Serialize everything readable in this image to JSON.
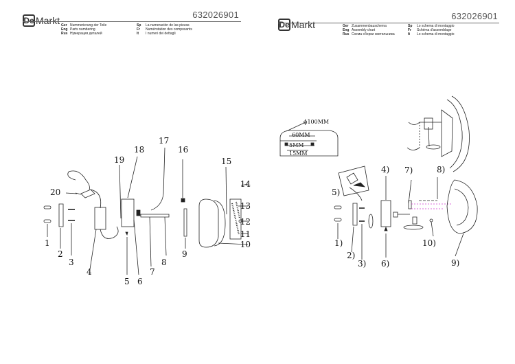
{
  "brand": {
    "logo_mark": "De",
    "logo_word": "Markt"
  },
  "left_sheet": {
    "doc_number": "632026901",
    "headings": [
      [
        {
          "code": "Ger",
          "text": "Nummerierung der Teile"
        },
        {
          "code": "Sp",
          "text": "La numeración de las piezas"
        }
      ],
      [
        {
          "code": "Eng",
          "text": "Parts numbering"
        },
        {
          "code": "Fr",
          "text": "Numérotation des composants"
        }
      ],
      [
        {
          "code": "Rus",
          "text": "Нумерация деталей"
        },
        {
          "code": "It",
          "text": "I numeri dei dettagli"
        }
      ]
    ],
    "callouts": [
      "1",
      "2",
      "3",
      "4",
      "5",
      "6",
      "7",
      "8",
      "9",
      "10",
      "11",
      "12",
      "13",
      "14",
      "15",
      "16",
      "17",
      "18",
      "19",
      "20"
    ]
  },
  "right_sheet": {
    "doc_number": "632026901",
    "headings": [
      [
        {
          "code": "Ger",
          "text": "Zusammenbauschema"
        },
        {
          "code": "Sp",
          "text": "Lo schema di montaggio"
        }
      ],
      [
        {
          "code": "Eng",
          "text": "Assembly chart"
        },
        {
          "code": "Fr",
          "text": "Schéma d'assemblage"
        }
      ],
      [
        {
          "code": "Rus",
          "text": "Схема сборки светильника"
        },
        {
          "code": "It",
          "text": "Lo schema di montaggio"
        }
      ]
    ],
    "dimensions": {
      "diameter": "ϕ100MM",
      "width": "60MM",
      "slot": "5MM",
      "depth": "15MM"
    },
    "steps": [
      "1)",
      "2)",
      "3)",
      "4)",
      "5)",
      "6)",
      "7)",
      "8)",
      "9)",
      "10)"
    ]
  },
  "icons": [
    "logo-mark-icon"
  ]
}
